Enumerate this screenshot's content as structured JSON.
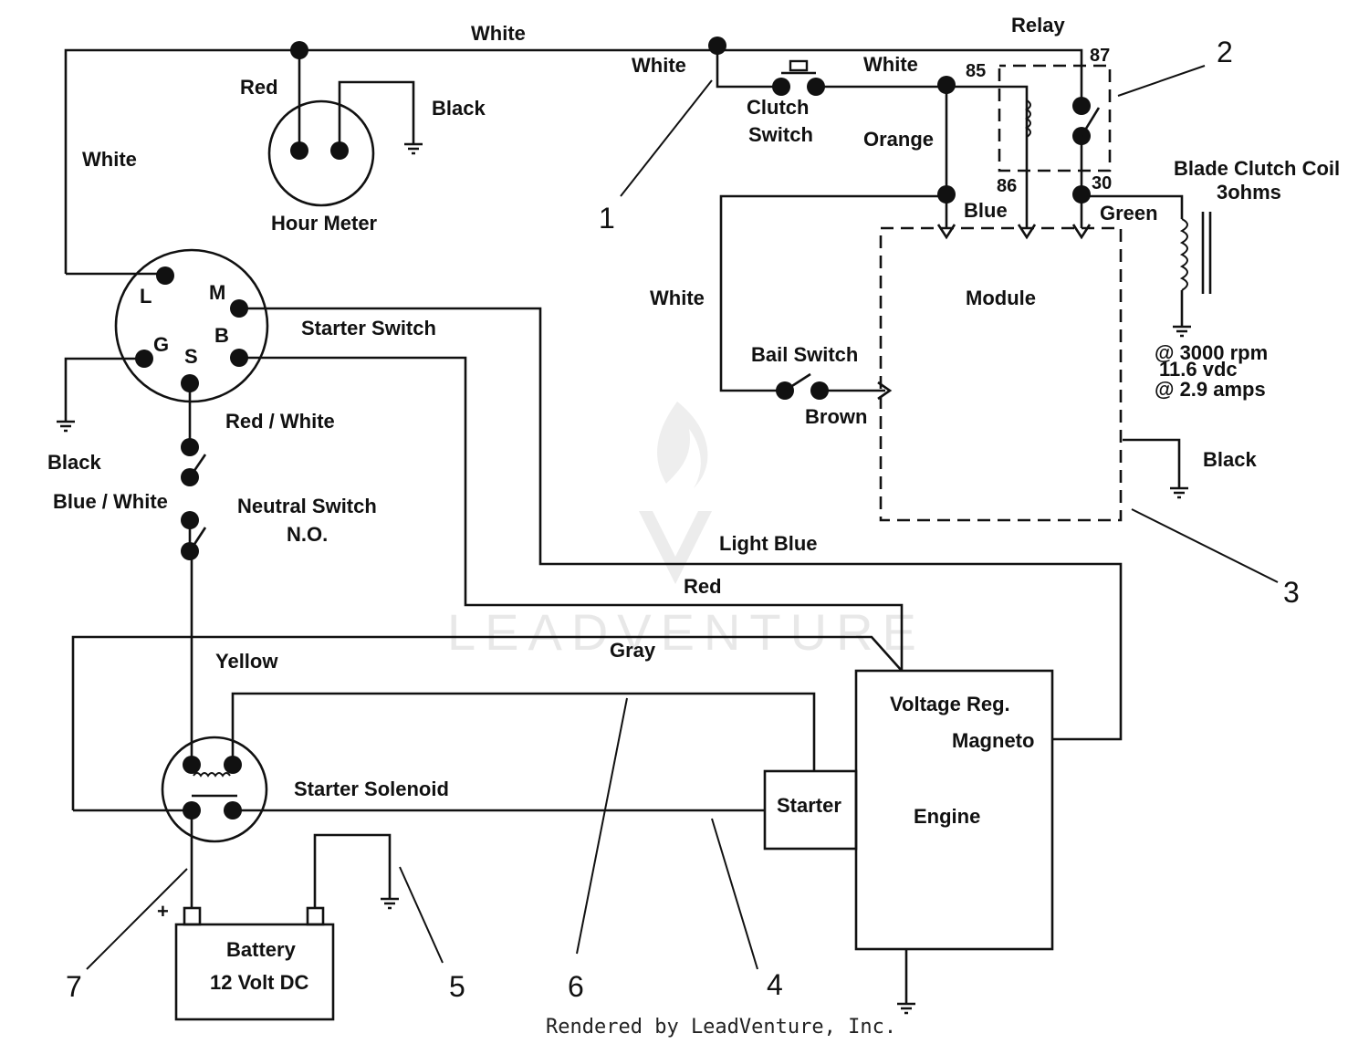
{
  "labels": {
    "white_top": "White",
    "red_hour": "Red",
    "black_hour": "Black",
    "white_left": "White",
    "hour_meter": "Hour Meter",
    "white_clutch": "White",
    "clutch_switch_1": "Clutch",
    "clutch_switch_2": "Switch",
    "white_relay": "White",
    "orange": "Orange",
    "relay": "Relay",
    "pin_85": "85",
    "pin_87": "87",
    "pin_86": "86",
    "pin_30": "30",
    "blue": "Blue",
    "green": "Green",
    "blade_coil_1": "Blade Clutch Coil",
    "blade_coil_2": "3ohms",
    "module": "Module",
    "white_bail": "White",
    "bail_switch": "Bail Switch",
    "brown": "Brown",
    "rpm_1": "@ 3000 rpm",
    "rpm_2": "11.6 vdc",
    "rpm_3": "@ 2.9 amps",
    "black_module": "Black",
    "pin_L": "L",
    "pin_M": "M",
    "pin_B": "B",
    "pin_G": "G",
    "pin_S": "S",
    "starter_switch": "Starter Switch",
    "red_white": "Red / White",
    "black_ground": "Black",
    "blue_white": "Blue / White",
    "neutral_switch_1": "Neutral Switch",
    "neutral_switch_2": "N.O.",
    "light_blue": "Light Blue",
    "red_lower": "Red",
    "gray": "Gray",
    "yellow": "Yellow",
    "voltage_reg": "Voltage Reg.",
    "magneto": "Magneto",
    "starter_solenoid": "Starter Solenoid",
    "starter": "Starter",
    "engine": "Engine",
    "battery_1": "Battery",
    "battery_2": "12 Volt DC",
    "plus": "+",
    "callout_1": "1",
    "callout_2": "2",
    "callout_3": "3",
    "callout_4": "4",
    "callout_5": "5",
    "callout_6": "6",
    "callout_7": "7"
  },
  "footer": {
    "credit": "Rendered by LeadVenture, Inc.",
    "watermark": "LEADVENTURE"
  }
}
